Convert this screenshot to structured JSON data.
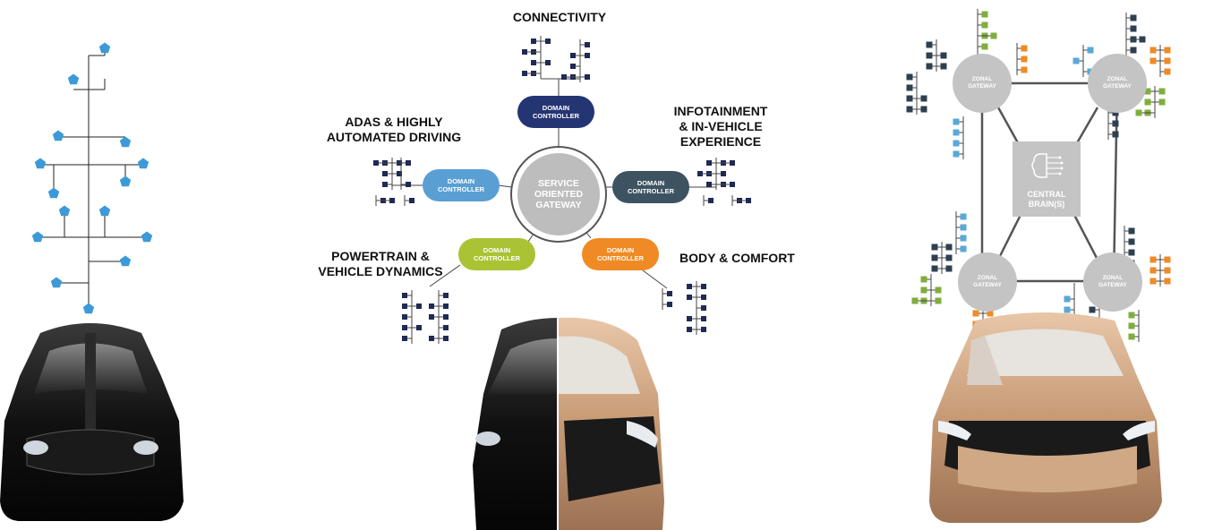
{
  "colors": {
    "blue_node": "#3d9ad8",
    "dark_node": "#1f2a55",
    "connectivity": "#243573",
    "adas": "#5a9fd4",
    "infotainment": "#3e5361",
    "powertrain": "#a9c334",
    "body": "#f08a24",
    "zonal": "#c4c4c4",
    "zonal_green": "#7fae3d",
    "zonal_orange": "#f08a24",
    "zonal_lightblue": "#5aa8d8",
    "zonal_dark": "#2e4050"
  },
  "domains": {
    "connectivity": {
      "label": "CONNECTIVITY",
      "controller": "DOMAIN CONTROLLER"
    },
    "adas": {
      "label_lines": [
        "ADAS & HIGHLY",
        "AUTOMATED DRIVING"
      ],
      "controller": "DOMAIN CONTROLLER"
    },
    "infotainment": {
      "label_lines": [
        "INFOTAINMENT",
        "& IN-VEHICLE",
        "EXPERIENCE"
      ],
      "controller": "DOMAIN CONTROLLER"
    },
    "powertrain": {
      "label_lines": [
        "POWERTRAIN &",
        "VEHICLE DYNAMICS"
      ],
      "controller": "DOMAIN CONTROLLER"
    },
    "body": {
      "label": "BODY & COMFORT",
      "controller": "DOMAIN CONTROLLER"
    }
  },
  "gateway": {
    "label": "SERVICE ORIENTED GATEWAY"
  },
  "zonal": {
    "gateway_label": "ZONAL GATEWAY",
    "central": "CENTRAL BRAIN(S)"
  },
  "icons": {
    "brain": "brain-icon",
    "node_left": "pentagon-icon",
    "node_middle": "square-icon"
  }
}
